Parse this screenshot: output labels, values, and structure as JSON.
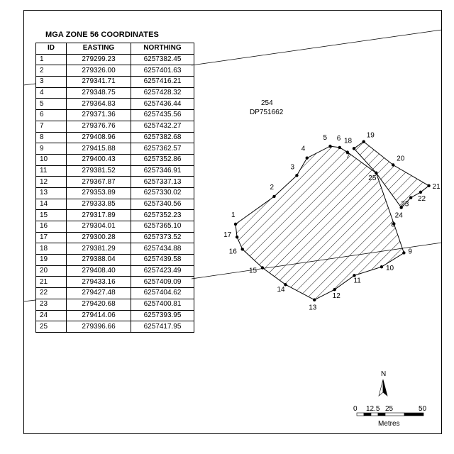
{
  "table": {
    "title": "MGA ZONE 56 COORDINATES",
    "headers": [
      "ID",
      "EASTING",
      "NORTHING"
    ],
    "rows": [
      [
        "1",
        "279299.23",
        "6257382.45"
      ],
      [
        "2",
        "279326.00",
        "6257401.63"
      ],
      [
        "3",
        "279341.71",
        "6257416.21"
      ],
      [
        "4",
        "279348.75",
        "6257428.32"
      ],
      [
        "5",
        "279364.83",
        "6257436.44"
      ],
      [
        "6",
        "279371.36",
        "6257435.56"
      ],
      [
        "7",
        "279376.76",
        "6257432.27"
      ],
      [
        "8",
        "279408.96",
        "6257382.68"
      ],
      [
        "9",
        "279415.88",
        "6257362.57"
      ],
      [
        "10",
        "279400.43",
        "6257352.86"
      ],
      [
        "11",
        "279381.52",
        "6257346.91"
      ],
      [
        "12",
        "279367.87",
        "6257337.13"
      ],
      [
        "13",
        "279353.89",
        "6257330.02"
      ],
      [
        "14",
        "279333.85",
        "6257340.56"
      ],
      [
        "15",
        "279317.89",
        "6257352.23"
      ],
      [
        "16",
        "279304.01",
        "6257365.10"
      ],
      [
        "17",
        "279300.28",
        "6257373.52"
      ],
      [
        "18",
        "279381.29",
        "6257434.88"
      ],
      [
        "19",
        "279388.04",
        "6257439.58"
      ],
      [
        "20",
        "279408.40",
        "6257423.49"
      ],
      [
        "21",
        "279433.16",
        "6257409.09"
      ],
      [
        "22",
        "279427.48",
        "6257404.62"
      ],
      [
        "23",
        "279420.68",
        "6257400.81"
      ],
      [
        "24",
        "279414.06",
        "6257393.95"
      ],
      [
        "25",
        "279396.66",
        "6257417.95"
      ]
    ]
  },
  "lot": {
    "number": "254",
    "plan": "DP751662"
  },
  "polygon_a_ids": [
    "1",
    "2",
    "3",
    "4",
    "5",
    "6",
    "7",
    "25",
    "8",
    "9",
    "10",
    "11",
    "12",
    "13",
    "14",
    "15",
    "16",
    "17"
  ],
  "polygon_b_ids": [
    "18",
    "19",
    "20",
    "21",
    "22",
    "23",
    "24",
    "25"
  ],
  "north_arrow": {
    "label": "N"
  },
  "scale_bar": {
    "ticks": [
      "0",
      "12.5",
      "25",
      "50"
    ],
    "unit": "Metres"
  }
}
